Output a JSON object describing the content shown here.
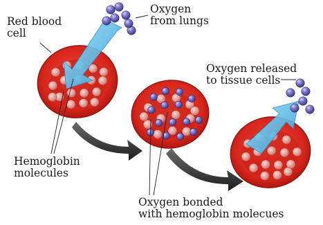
{
  "labels": {
    "red_blood_cell": [
      "Red blood",
      "cell"
    ],
    "oxygen_from_lungs": [
      "Oxygen",
      "from lungs"
    ],
    "hemoglobin_molecules": [
      "Hemoglobin",
      "molecules"
    ],
    "oxygen_released": [
      "Oxygen released",
      "to tissue cells"
    ],
    "oxygen_bonded": [
      "Oxygen bonded",
      "with hemoglobin molecues"
    ]
  },
  "colors": {
    "cell_red": "#d8261c",
    "cell_dark": "#a8140e",
    "hemoglobin": "#e8a0a0",
    "oxygen": "#6a5fb8",
    "arrow_blue": "#4fb8e8",
    "arrow_dark": "#3a3a3a"
  }
}
